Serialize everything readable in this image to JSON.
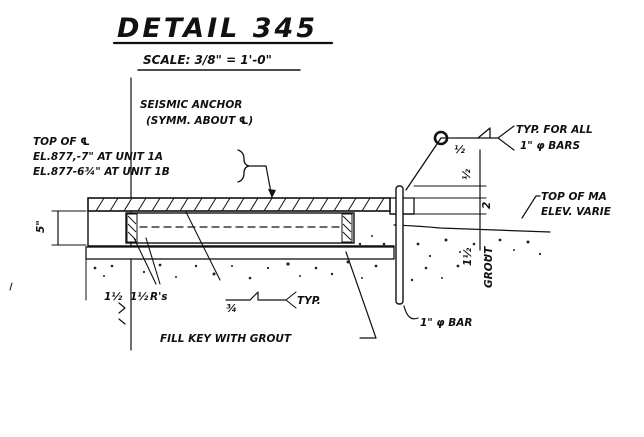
{
  "detail": {
    "title": "DETAIL 345",
    "scale": "SCALE: 3/8\" = 1'-0\""
  },
  "labels": {
    "anchor_line1": "SEISMIC ANCHOR",
    "anchor_line2": "(SYMM. ABOUT ℄)",
    "top_of_line1": "TOP OF ℄",
    "top_of_line2": "EL.877,-7\" AT UNIT 1A",
    "top_of_line3": "EL.877-6¾\" AT UNIT 1B",
    "weld_typ_line1": "TYP. FOR ALL",
    "weld_typ_line2": "1\" φ BARS",
    "top_mat_line1": "TOP OF MA",
    "top_mat_line2": "ELEV. VARIE",
    "dim_5": "5\"",
    "dim_half": "½",
    "dim_2": "2",
    "dim_12": "1½",
    "grout": "GROUT",
    "dim_15_a": "1½",
    "dim_1_4_b": "1½",
    "dim_rs": "R's",
    "weld_size": "¾",
    "weld_typ": "TYP.",
    "bar": "1\" φ BAR",
    "fill_key": "FILL KEY WITH GROUT",
    "weld_circle_size": "½"
  }
}
